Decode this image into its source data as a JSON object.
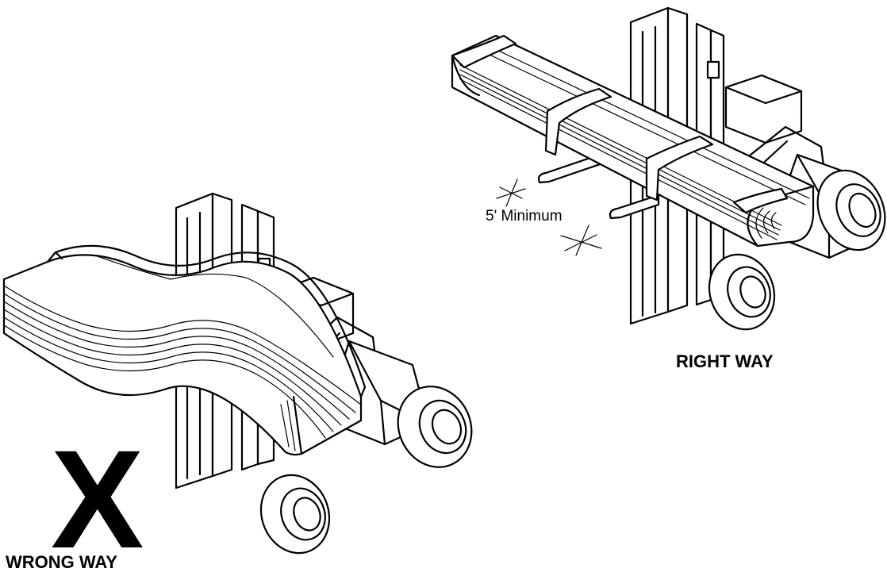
{
  "labels": {
    "wrong": "WRONG WAY",
    "right": "RIGHT WAY",
    "wrong_mark": "X",
    "dimension": "5' Minimum"
  },
  "icons": {
    "wrong_mark": "x-mark-icon",
    "dimension_marks": "crosshair-icon"
  },
  "colors": {
    "ink": "#000000",
    "paper": "#ffffff"
  }
}
